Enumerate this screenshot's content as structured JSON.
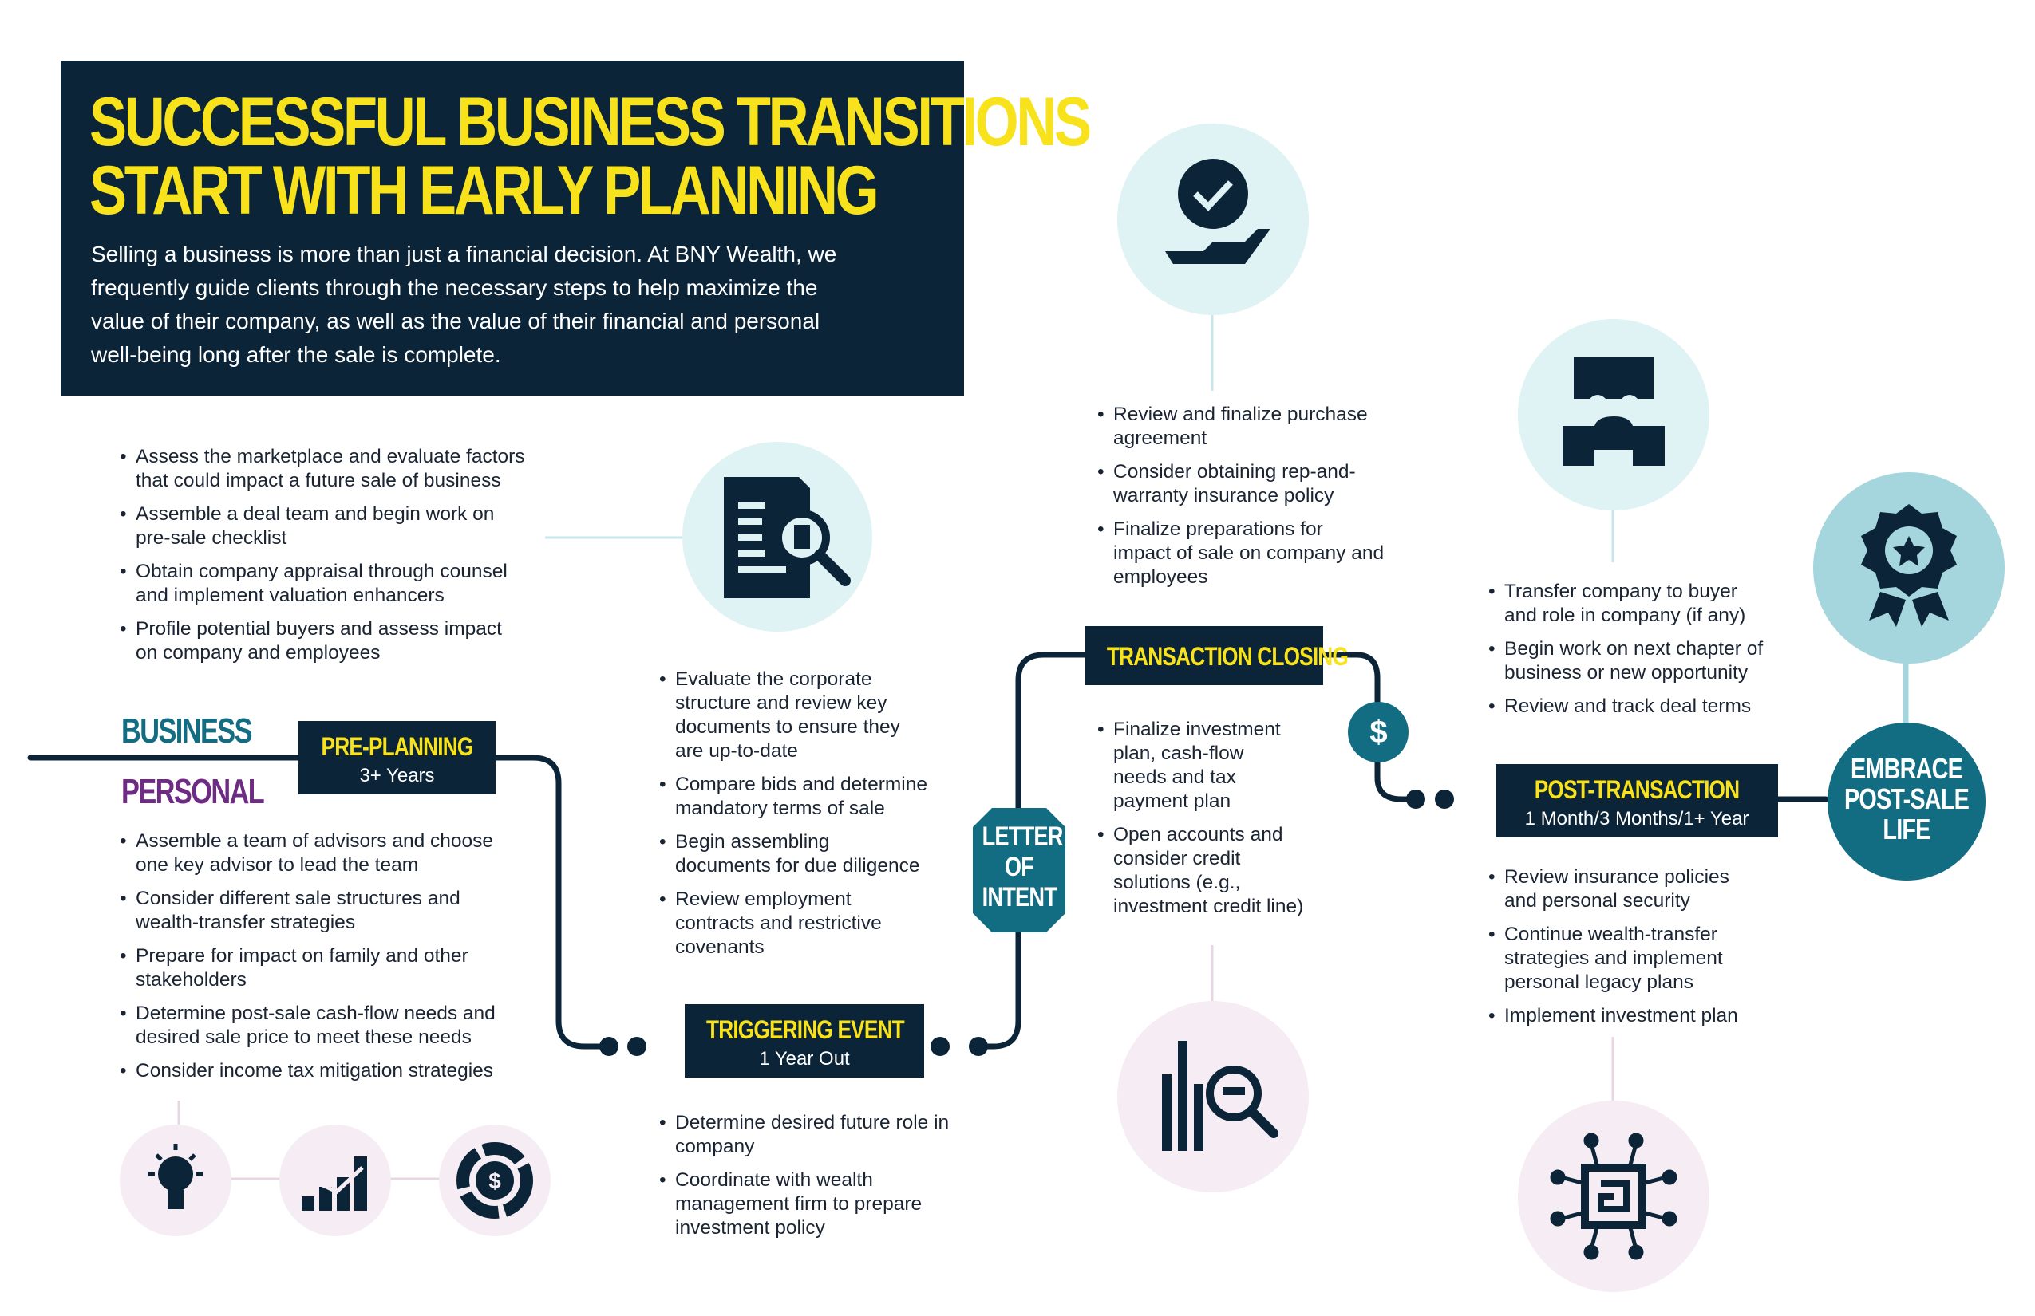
{
  "header": {
    "title_line1": "SUCCESSFUL BUSINESS TRANSITIONS",
    "title_line2": "START WITH EARLY PLANNING",
    "intro_lines": [
      "Selling a business is more than just a financial decision. At BNY Wealth, we",
      "frequently guide clients through the necessary steps to help maximize the",
      "value of their company, as well as the value of their financial and personal",
      "well-being long after the sale is complete."
    ]
  },
  "tracks": {
    "business": "BUSINESS",
    "personal": "PERSONAL"
  },
  "stages": {
    "pre_planning": {
      "title": "PRE-PLANNING",
      "subtitle": "3+ Years"
    },
    "triggering_event": {
      "title": "TRIGGERING EVENT",
      "subtitle": "1 Year Out"
    },
    "letter_of_intent": {
      "line1": "LETTER",
      "line2": "OF",
      "line3": "INTENT"
    },
    "transaction_closing": {
      "title": "TRANSACTION CLOSING"
    },
    "post_transaction": {
      "title": "POST-TRANSACTION",
      "subtitle": "1 Month/3 Months/1+ Year"
    },
    "embrace": {
      "line1": "EMBRACE",
      "line2": "POST-SALE",
      "line3": "LIFE"
    }
  },
  "dollar_marker": "$",
  "lists": {
    "pre_business": [
      [
        "Assess the marketplace and evaluate factors",
        "that could impact a future sale of business"
      ],
      [
        "Assemble a deal team and begin work on",
        "pre-sale checklist"
      ],
      [
        "Obtain company appraisal through counsel",
        "and implement valuation enhancers"
      ],
      [
        "Profile potential buyers and assess impact",
        "on company and employees"
      ]
    ],
    "pre_personal": [
      [
        "Assemble a team of advisors and choose",
        "one key advisor to lead the team"
      ],
      [
        "Consider different sale structures and",
        "wealth-transfer strategies"
      ],
      [
        "Prepare for impact on family and other",
        "stakeholders"
      ],
      [
        "Determine post-sale cash-flow needs and",
        "desired sale price to meet these needs"
      ],
      [
        "Consider income tax mitigation strategies"
      ]
    ],
    "trigger_business": [
      [
        "Evaluate the corporate",
        "structure and review key",
        "documents to ensure they",
        "are up-to-date"
      ],
      [
        "Compare bids and determine",
        "mandatory terms of sale"
      ],
      [
        "Begin assembling",
        "documents for due diligence"
      ],
      [
        "Review employment",
        "contracts and restrictive",
        "covenants"
      ]
    ],
    "trigger_personal": [
      [
        "Determine desired future role in",
        "company"
      ],
      [
        "Coordinate with wealth",
        "management firm to prepare",
        "investment policy"
      ]
    ],
    "closing_business": [
      [
        "Review and finalize purchase",
        "agreement"
      ],
      [
        "Consider obtaining rep-and-",
        "warranty insurance policy"
      ],
      [
        "Finalize preparations for",
        "impact of sale on company and",
        "employees"
      ]
    ],
    "closing_personal": [
      [
        "Finalize investment",
        "plan, cash-flow",
        "needs and tax",
        "payment plan"
      ],
      [
        "Open accounts and",
        "consider credit",
        "solutions (e.g.,",
        "investment credit line)"
      ]
    ],
    "post_business": [
      [
        "Transfer company to buyer",
        "and role in company (if any)"
      ],
      [
        "Begin work on next chapter of",
        "business or new opportunity"
      ],
      [
        "Review and track deal terms"
      ]
    ],
    "post_personal": [
      [
        "Review insurance policies",
        "and personal security"
      ],
      [
        "Continue wealth-transfer",
        "strategies and implement",
        "personal legacy plans"
      ],
      [
        "Implement investment plan"
      ]
    ]
  },
  "icons": {
    "document_search": "document-search-icon",
    "lightbulb": "lightbulb-icon",
    "growth_chart": "growth-chart-icon",
    "dollar_cycle": "dollar-cycle-icon",
    "hand_check": "hand-check-icon",
    "puzzle": "puzzle-icon",
    "award": "award-badge-icon",
    "chart_search": "chart-search-icon",
    "circuit": "circuit-icon"
  },
  "colors": {
    "navy": "#0b2438",
    "yellow": "#f7e21b",
    "teal": "#136d82",
    "purple": "#6e2b83",
    "light_blue": "#dff2f4",
    "light_pink": "#f6ecf3",
    "award_blue": "#a6d6dd"
  }
}
